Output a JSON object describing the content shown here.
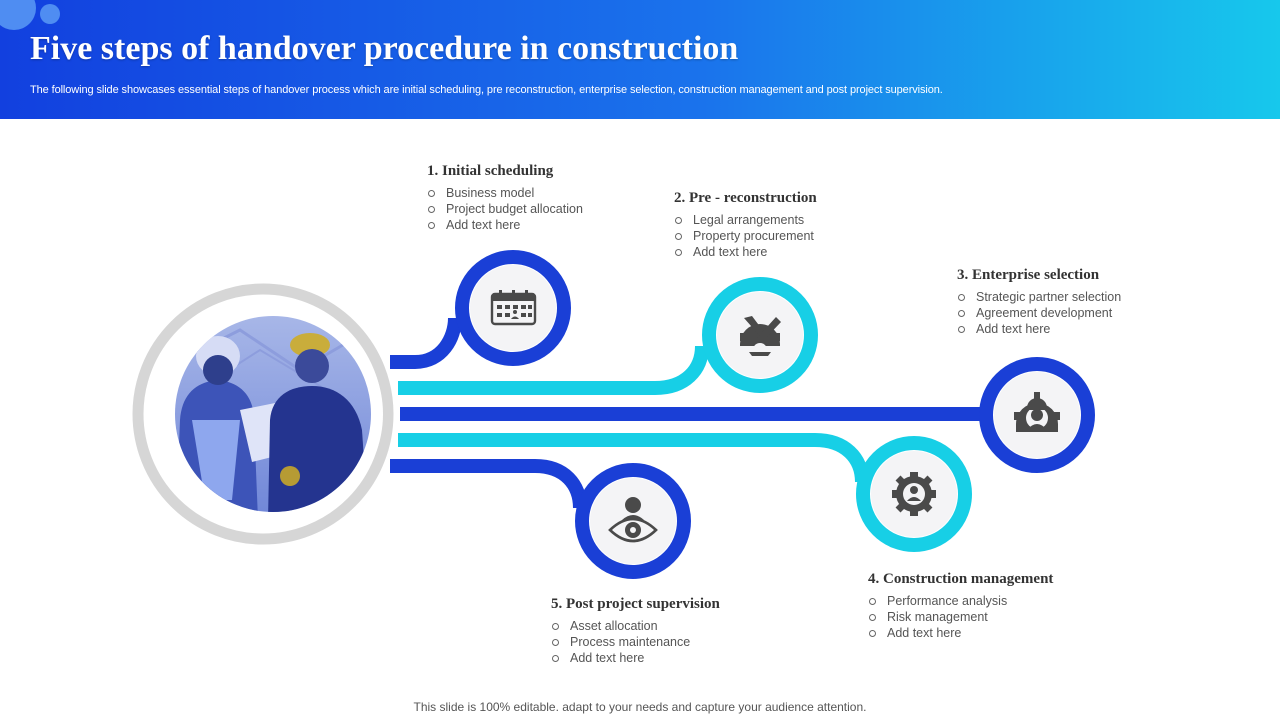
{
  "header": {
    "title": "Five steps of handover procedure in construction",
    "subtitle": "The following slide showcases essential steps of handover process which are initial scheduling, pre reconstruction, enterprise selection, construction management and post project supervision."
  },
  "colors": {
    "dark_blue": "#1a3fd6",
    "light_blue": "#17cfe6",
    "ring_gray": "#d6d6d6",
    "icon_fill": "#4a4a4a"
  },
  "steps": [
    {
      "title": "1. Initial  scheduling",
      "items": [
        "Business model",
        "Project budget allocation",
        "Add text here"
      ],
      "icon": "calendar-icon"
    },
    {
      "title": "2. Pre - reconstruction",
      "items": [
        "Legal arrangements",
        "Property procurement",
        "Add text here"
      ],
      "icon": "tools-gear-icon"
    },
    {
      "title": "3. Enterprise  selection",
      "items": [
        "Strategic partner selection",
        "Agreement development",
        "Add text here"
      ],
      "icon": "engineer-gear-icon"
    },
    {
      "title": "4. Construction  management",
      "items": [
        "Performance  analysis",
        "Risk management",
        "Add text here"
      ],
      "icon": "person-gear-icon"
    },
    {
      "title": "5. Post project  supervision",
      "items": [
        "Asset allocation",
        "Process maintenance",
        "Add text here"
      ],
      "icon": "eye-person-icon"
    }
  ],
  "hub_image": "construction-workers-photo",
  "footer": "This slide is 100% editable. adapt to your needs and capture your audience attention."
}
